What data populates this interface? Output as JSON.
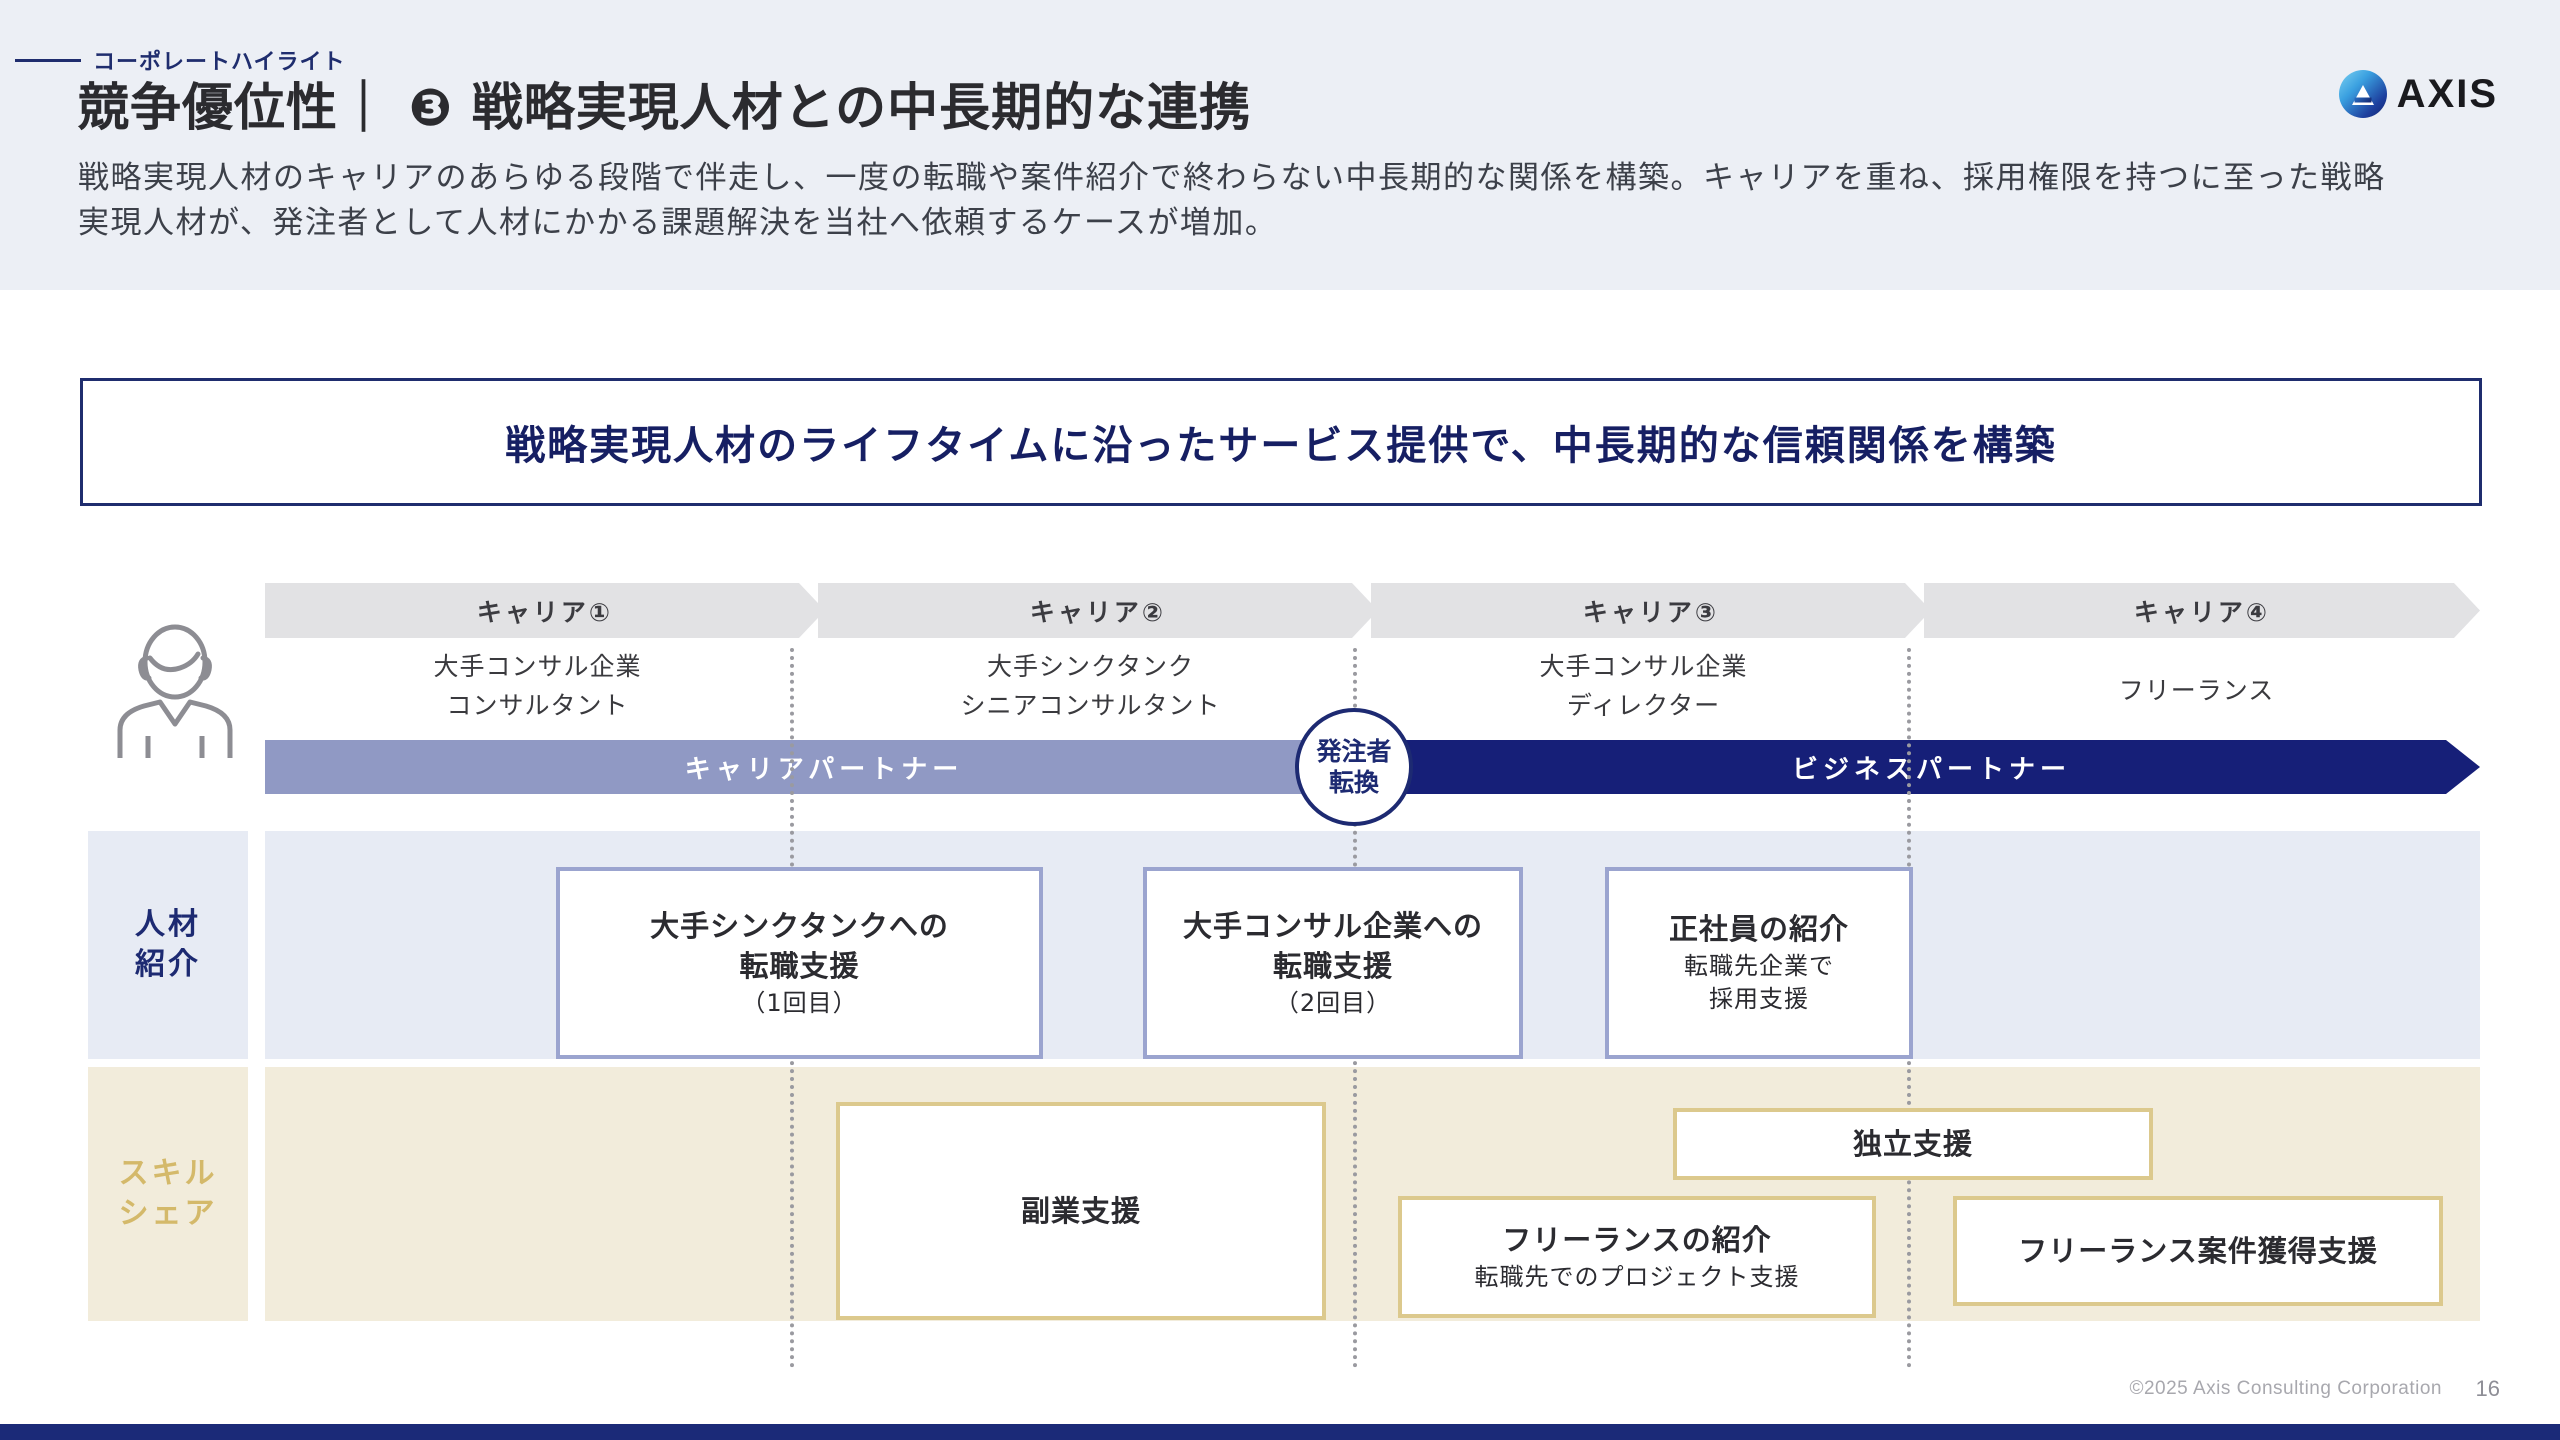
{
  "header": {
    "eyebrow": "コーポレートハイライト",
    "title": "競争優位性｜ ❸ 戦略実現人材との中長期的な連携",
    "subtitle": "戦略実現人材のキャリアのあらゆる段階で伴走し、一度の転職や案件紹介で終わらない中長期的な関係を構築。キャリアを重ね、採用権限を持つに至った戦略実現人材が、発注者として人材にかかる課題解決を当社へ依頼するケースが増加。",
    "logo_text": "AXIS"
  },
  "banner": {
    "text": "戦略実現人材のライフタイムに沿ったサービス提供で、中長期的な信頼関係を構築"
  },
  "diagram": {
    "career_stages": [
      {
        "label": "キャリア①",
        "detail_line1": "大手コンサル企業",
        "detail_line2": "コンサルタント"
      },
      {
        "label": "キャリア②",
        "detail_line1": "大手シンクタンク",
        "detail_line2": "シニアコンサルタント"
      },
      {
        "label": "キャリア③",
        "detail_line1": "大手コンサル企業",
        "detail_line2": "ディレクター"
      },
      {
        "label": "キャリア④",
        "detail_line1": "フリーランス",
        "detail_line2": ""
      }
    ],
    "bars": {
      "career_partner": "キャリアパートナー",
      "business_partner": "ビジネスパートナー"
    },
    "conversion_badge": {
      "line1": "発注者",
      "line2": "転換"
    },
    "rows": [
      {
        "label_line1": "人材",
        "label_line2": "紹介",
        "accent": "#1d2a72",
        "band_color": "#e7ebf4",
        "cards": [
          {
            "line1": "大手シンクタンクへの",
            "line2": "転職支援",
            "line3": "（1回目）"
          },
          {
            "line1": "大手コンサル企業への",
            "line2": "転職支援",
            "line3": "（2回目）"
          },
          {
            "line1": "正社員の紹介",
            "line2": "転職先企業で",
            "line3": "採用支援"
          }
        ]
      },
      {
        "label_line1": "スキル",
        "label_line2": "シェア",
        "accent": "#d4b96a",
        "band_color": "#f2ecdb",
        "cards": [
          {
            "line1": "副業支援",
            "line2": "",
            "line3": ""
          },
          {
            "line1": "独立支援",
            "line2": "",
            "line3": ""
          },
          {
            "line1": "フリーランスの紹介",
            "line2": "転職先でのプロジェクト支援",
            "line3": ""
          },
          {
            "line1": "フリーランス案件獲得支援",
            "line2": "",
            "line3": ""
          }
        ]
      }
    ]
  },
  "footer": {
    "copyright": "©2025 Axis Consulting Corporation",
    "page_number": "16"
  },
  "colors": {
    "navy": "#1b2a78",
    "header_bg": "#eceff5",
    "career_bar": "#9099c4",
    "business_bar": "#161f78",
    "blue_band": "#e7ebf4",
    "cream_band": "#f2ecdb",
    "gold": "#d4b96a"
  }
}
